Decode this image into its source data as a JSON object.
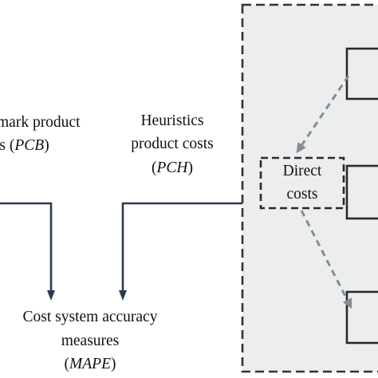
{
  "labels": {
    "benchmark_line1": "mark product",
    "benchmark_line2_prefix": "ts (",
    "benchmark_abbr": "PCB",
    "benchmark_line2_suffix": ")",
    "heuristics_line1": "Heuristics",
    "heuristics_line2": "product costs",
    "heuristics_abbr_open": "(",
    "heuristics_abbr": "PCH",
    "heuristics_abbr_close": ")",
    "direct_costs_line1": "Direct",
    "direct_costs_line2": "costs",
    "accuracy_line1": "Cost system accuracy",
    "accuracy_line2": "measures",
    "accuracy_abbr_open": "(",
    "accuracy_abbr": "MAPE",
    "accuracy_abbr_close": ")"
  },
  "colors": {
    "connector_line": "#2b3a52",
    "dashed_arrow": "#858c90",
    "panel_fill": "#ebedee",
    "panel_border": "#333333",
    "text": "#111111"
  }
}
